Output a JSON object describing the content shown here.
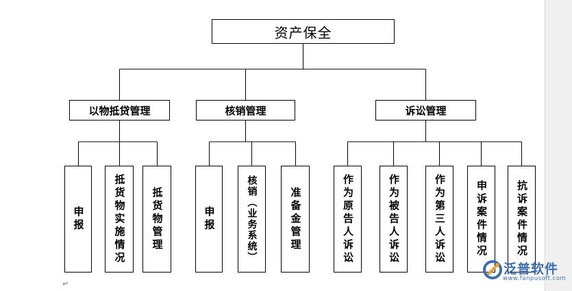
{
  "root": {
    "label": "资产保全"
  },
  "branches": [
    {
      "label": "以物抵贷管理",
      "children": [
        "申报",
        "抵货物实施情况",
        "抵货物管理"
      ]
    },
    {
      "label": "核销管理",
      "children": [
        "申报",
        "核销（业务系统）",
        "准备金管理"
      ]
    },
    {
      "label": "诉讼管理",
      "children": [
        "作为原告人诉讼",
        "作为被告人诉讼",
        "作为第三人诉讼",
        "申诉案件情况",
        "抗诉案件情况"
      ]
    }
  ],
  "watermark": {
    "name": "泛普软件",
    "url": "www.fanpusoft.com"
  },
  "paragraph_mark": "↵"
}
